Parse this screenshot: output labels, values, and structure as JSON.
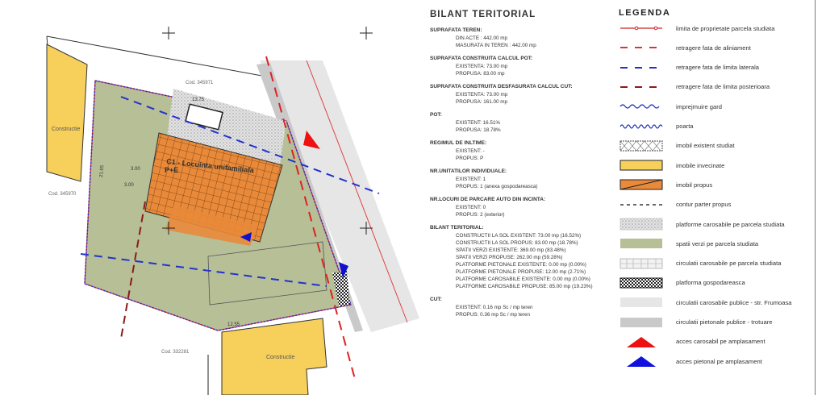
{
  "plan": {
    "labels": {
      "cad_top": "Cod. 345971",
      "cad_left": "Cod. 345970",
      "cad_bottom": "Cod. 332281",
      "neighbor_left": "Constructie",
      "neighbor_bottom": "Constructie",
      "building_name": "C1 - Locuinta unifamiliala",
      "building_height": "P+E",
      "dim_top": "13.75",
      "dim_bottom": "12.55",
      "dim_left": "21.65",
      "setback_1": "3.00",
      "setback_2": "3.00"
    },
    "colors": {
      "green": "#b7bf97",
      "orange": "#e98a3a",
      "yellow": "#f7cf5b",
      "road": "#e6e6e6",
      "sidewalk": "#c9c9c9",
      "blue": "#2233cc",
      "red": "#dd2222"
    }
  },
  "bilant": {
    "title": "BILANT TERITORIAL",
    "sections": [
      {
        "title": "SUPRAFATA TEREN:",
        "lines": [
          "DIN ACTE : 442.00 mp",
          "MASURATA IN TEREN : 442.00 mp"
        ]
      },
      {
        "title": "SUPRAFATA CONSTRUITA CALCUL POT:",
        "lines": [
          "EXISTENTA: 73.00 mp",
          "PROPUSA: 83.00 mp"
        ]
      },
      {
        "title": "SUPRAFATA CONSTRUITA DESFASURATA CALCUL CUT:",
        "lines": [
          "EXISTENTA: 73.00 mp",
          "PROPUSA: 161.00 mp"
        ]
      },
      {
        "title": "POT:",
        "lines": [
          "EXISTENT: 16.51%",
          "PROPUSA: 18.78%"
        ]
      },
      {
        "title": "REGIMUL DE INLTIME:",
        "lines": [
          "EXISTENT: -",
          "PROPUS: P"
        ]
      },
      {
        "title": "NR.UNITATILOR INDIVIDUALE:",
        "lines": [
          "EXISTENT: 1",
          "PROPUS: 1 (anexa gospodareasca)"
        ]
      },
      {
        "title": "NR.LOCURI DE PARCARE AUTO DIN INCINTA:",
        "lines": [
          "EXISTENT: 0",
          "PROPUS: 2 (exterior)"
        ]
      },
      {
        "title": "BILANT TERITORIAL:",
        "lines": [
          "CONSTRUCTII LA SOL EXISTENT: 73.00 mp (16.52%)",
          "CONSTRUCTII LA SOL PROPUS: 83.00 mp (18.78%)",
          "SPATII VERZI EXISTENTE: 369.00 mp (83.48%)",
          "SPATII VERZI PROPUSE: 262.00 mp (59.28%)",
          "PLATFORME PIETONALE EXISTENTE: 0.00 mp (0.00%)",
          "PLATFORME PIETONALE PROPUSE: 12.00 mp (2.71%)",
          "PLATFORME CAROSABILE EXISTENTE: 0.00 mp (0.00%)",
          "PLATFORME CAROSABILE PROPUSE: 85.00 mp (19.23%)"
        ]
      },
      {
        "title": "CUT:",
        "lines": [
          "EXISTENT: 0.16 mp Sc / mp teren",
          "PROPUS: 0.36 mp Sc / mp teren"
        ]
      }
    ]
  },
  "legend": {
    "title": "LEGENDA",
    "items": [
      {
        "icon": "property-limit-line",
        "label": "limita de proprietate parcela studiata"
      },
      {
        "icon": "red-dashed-line",
        "label": "retragere fata de aliniament"
      },
      {
        "icon": "blue-dashed-line",
        "label": "retragere fata de limita laterala"
      },
      {
        "icon": "darkred-dashed-line",
        "label": "retragere fata de limita posterioara"
      },
      {
        "icon": "fence-wave-line",
        "label": "imprejmuire gard"
      },
      {
        "icon": "gate-wave-line",
        "label": "poarta"
      },
      {
        "icon": "crosshatch-swatch",
        "label": "imobil existent studiat"
      },
      {
        "icon": "yellow-swatch",
        "label": "imobile invecinate"
      },
      {
        "icon": "orange-swatch",
        "label": "imobil propus"
      },
      {
        "icon": "black-dashed-line",
        "label": "contur parter propus"
      },
      {
        "icon": "gravel-swatch",
        "label": "platforme carosabile pe parcela studiata"
      },
      {
        "icon": "green-swatch",
        "label": "spatii verzi pe parcela studiata"
      },
      {
        "icon": "paving-swatch",
        "label": "circulatii carosabile pe parcela studiata"
      },
      {
        "icon": "checker-swatch",
        "label": "platforma gospodareasca"
      },
      {
        "icon": "lightgrey-swatch",
        "label": "circulatii carosabile publice - str. Frumoasa"
      },
      {
        "icon": "grey-swatch",
        "label": "circulatii pietonale publice - trotuare"
      },
      {
        "icon": "red-triangle",
        "label": "acces carosabil pe amplasament"
      },
      {
        "icon": "blue-triangle",
        "label": "acces pietonal pe amplasament"
      }
    ]
  }
}
